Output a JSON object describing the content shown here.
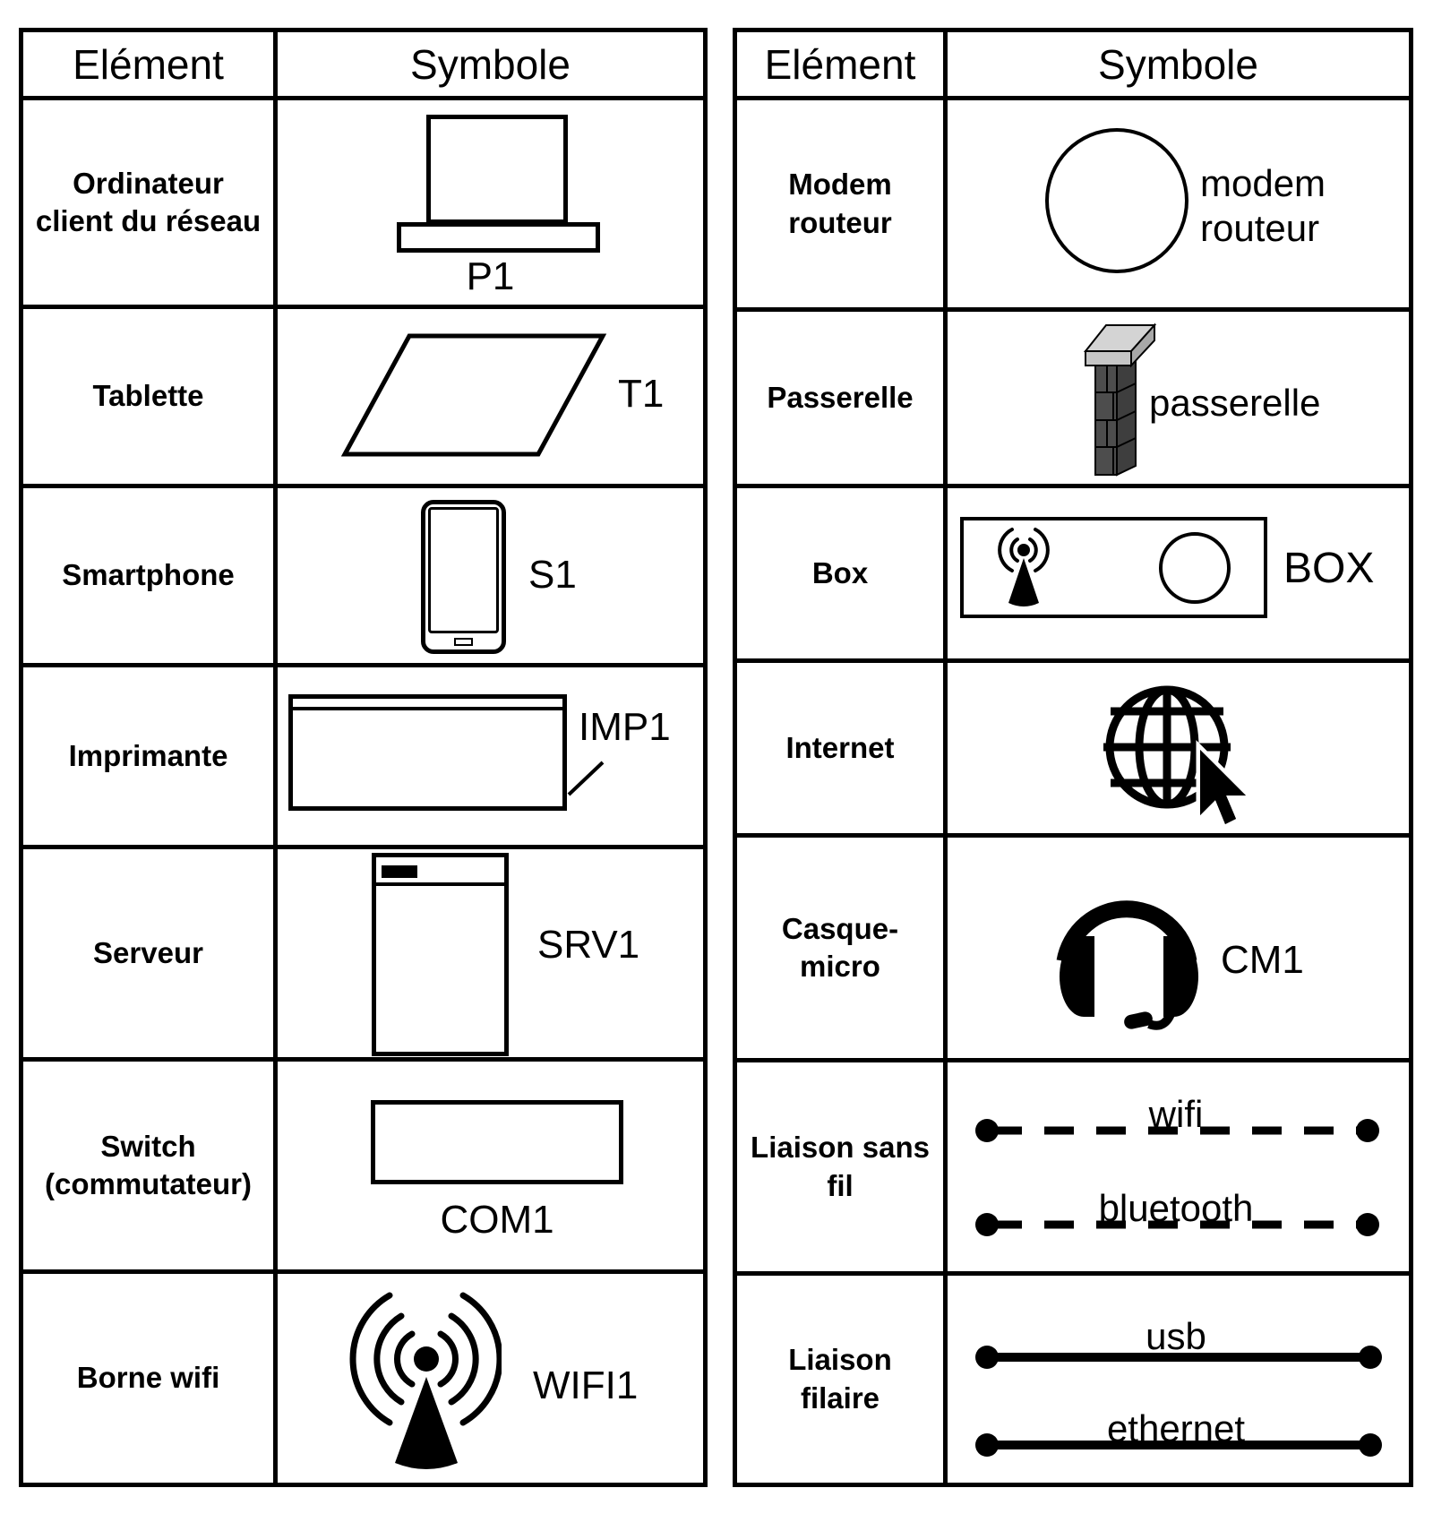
{
  "left_table": {
    "headers": {
      "element": "Elément",
      "symbole": "Symbole"
    },
    "rows": [
      {
        "label": "Ordinateur\nclient du réseau",
        "tag": "P1"
      },
      {
        "label": "Tablette",
        "tag": "T1"
      },
      {
        "label": "Smartphone",
        "tag": "S1"
      },
      {
        "label": "Imprimante",
        "tag": "IMP1"
      },
      {
        "label": "Serveur",
        "tag": "SRV1"
      },
      {
        "label": "Switch\n(commutateur)",
        "tag": "COM1"
      },
      {
        "label": "Borne wifi",
        "tag": "WIFI1"
      }
    ]
  },
  "right_table": {
    "headers": {
      "element": "Elément",
      "symbole": "Symbole"
    },
    "rows": [
      {
        "label": "Modem\nrouteur",
        "tag": "modem\nrouteur"
      },
      {
        "label": "Passerelle",
        "tag": "passerelle"
      },
      {
        "label": "Box",
        "tag": "BOX"
      },
      {
        "label": "Internet"
      },
      {
        "label": "Casque-\nmicro",
        "tag": "CM1"
      },
      {
        "label": "Liaison sans\nfil",
        "link1": "wifi",
        "link2": "bluetooth"
      },
      {
        "label": "Liaison\nfilaire",
        "link1": "usb",
        "link2": "ethernet"
      }
    ]
  },
  "colors": {
    "ink": "#000000",
    "paper": "#ffffff",
    "gateway_cap_front": "#c6c6c6",
    "gateway_cap_top": "#d4d4d4",
    "gateway_cap_side": "#a8a8a8",
    "gateway_brick_front": "#4d4d4d",
    "gateway_brick_side": "#3e3e3e"
  }
}
